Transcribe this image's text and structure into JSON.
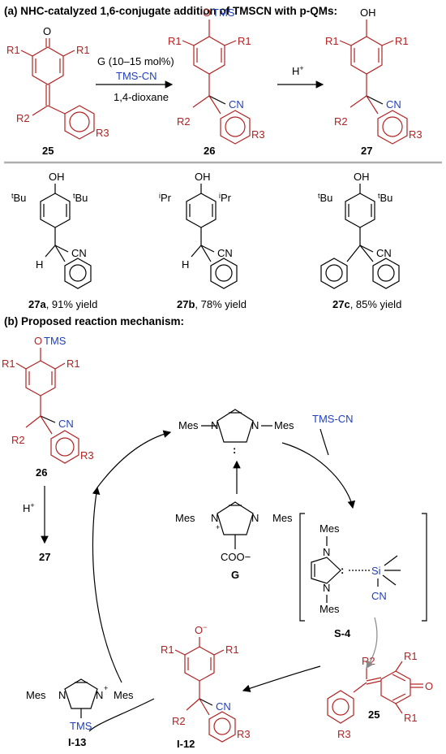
{
  "section_a": {
    "title": "(a) NHC-catalyzed 1,6-conjugate addition of TMSCN with p-QMs:",
    "conditions": [
      "G (10–15 mol%)",
      "TMS-CN",
      "1,4-dioxane"
    ],
    "acid": "H+",
    "compounds": [
      "25",
      "26",
      "27"
    ]
  },
  "examples": [
    {
      "id": "27a",
      "yield": ", 91% yield",
      "substituent": "tBu",
      "alpha": "H"
    },
    {
      "id": "27b",
      "yield": ", 78% yield",
      "substituent": "iPr",
      "alpha": "H"
    },
    {
      "id": "27c",
      "yield": ", 85% yield",
      "substituent": "tBu",
      "alpha": "Ph"
    }
  ],
  "section_b": {
    "title": "(b) Proposed reaction mechanism:",
    "species": {
      "carbene": "Mes",
      "precatalyst": "G",
      "carboxylate": "COO−",
      "complex": "S-4",
      "intermediate_phenoxide": "I-12",
      "imidazolium_tms": "I-13",
      "reagent": "TMS-CN",
      "acid": "H+",
      "product_protonated": "27",
      "product_silyl": "26",
      "substrate": "25"
    }
  },
  "labels": {
    "otms": "OTMS",
    "o": "O",
    "oh": "OH",
    "cn": "CN",
    "tms": "TMS",
    "r1": "R1",
    "r2": "R2",
    "r3": "R3",
    "si": "Si",
    "mes": "Mes",
    "tbu": "tBu",
    "ipr": "iPr",
    "h": "H"
  },
  "colors": {
    "accent": "#b22222",
    "reagent": "#1f3fbf",
    "divider": "#b0b0b0"
  }
}
